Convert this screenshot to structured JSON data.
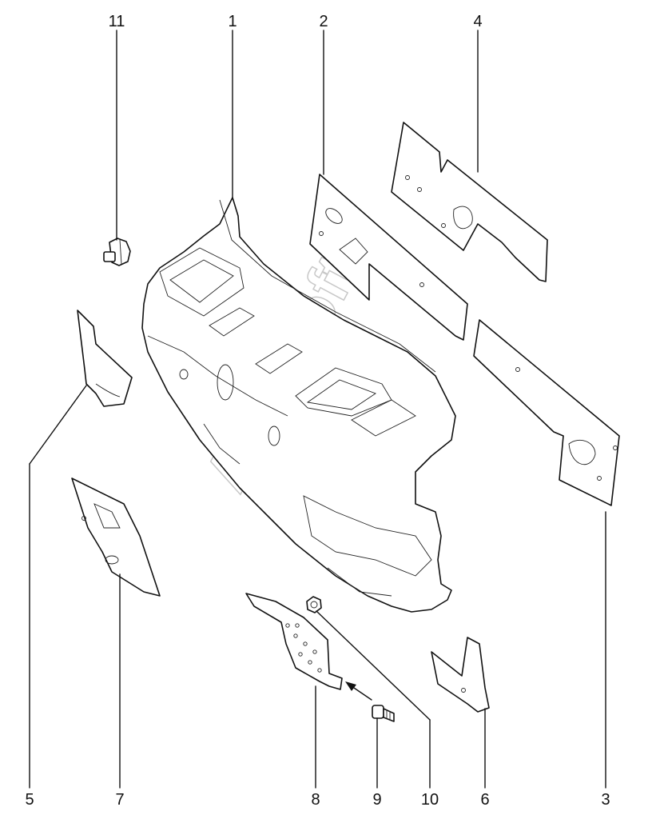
{
  "diagram": {
    "watermark": "AutoSoft",
    "callouts": {
      "c1": "1",
      "c2": "2",
      "c3": "3",
      "c4": "4",
      "c5": "5",
      "c6": "6",
      "c7": "7",
      "c8": "8",
      "c9": "9",
      "c10": "10",
      "c11": "11"
    }
  }
}
